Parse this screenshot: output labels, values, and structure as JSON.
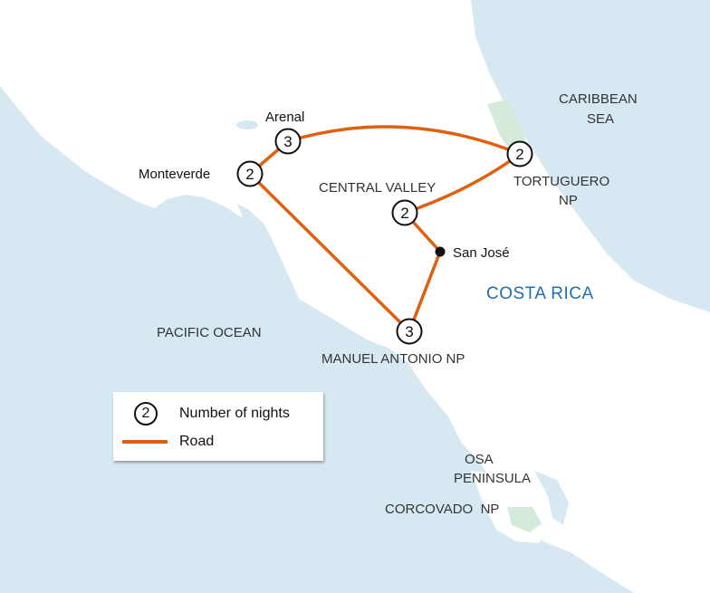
{
  "map": {
    "country_label": "COSTA RICA",
    "route_color": "#e0600f",
    "land_color": "#ffffff",
    "water_color": "#d6e9f2",
    "park_color": "#d3ebd8",
    "region_labels": {
      "caribbean_sea": [
        "CARIBBEAN",
        "SEA"
      ],
      "pacific_ocean": "PACIFIC OCEAN",
      "central_valley": "CENTRAL VALLEY",
      "tortuguero": [
        "TORTUGUERO",
        "NP"
      ],
      "manuel_antonio": "MANUEL ANTONIO NP",
      "osa": [
        "OSA",
        "PENINSULA"
      ],
      "corcovado": "CORCOVADO  NP"
    },
    "stops": [
      {
        "name": "Arenal",
        "nights": "3"
      },
      {
        "name": "Monteverde",
        "nights": "2"
      },
      {
        "name": "Central Valley",
        "nights": "2"
      },
      {
        "name": "Tortuguero",
        "nights": "2"
      },
      {
        "name": "Manuel Antonio",
        "nights": "3"
      }
    ],
    "city": {
      "name": "San José"
    },
    "place_labels": {
      "arenal": "Arenal",
      "monteverde": "Monteverde"
    }
  },
  "legend": {
    "nights_sample": "2",
    "nights_label": "Number of nights",
    "road_label": "Road"
  }
}
